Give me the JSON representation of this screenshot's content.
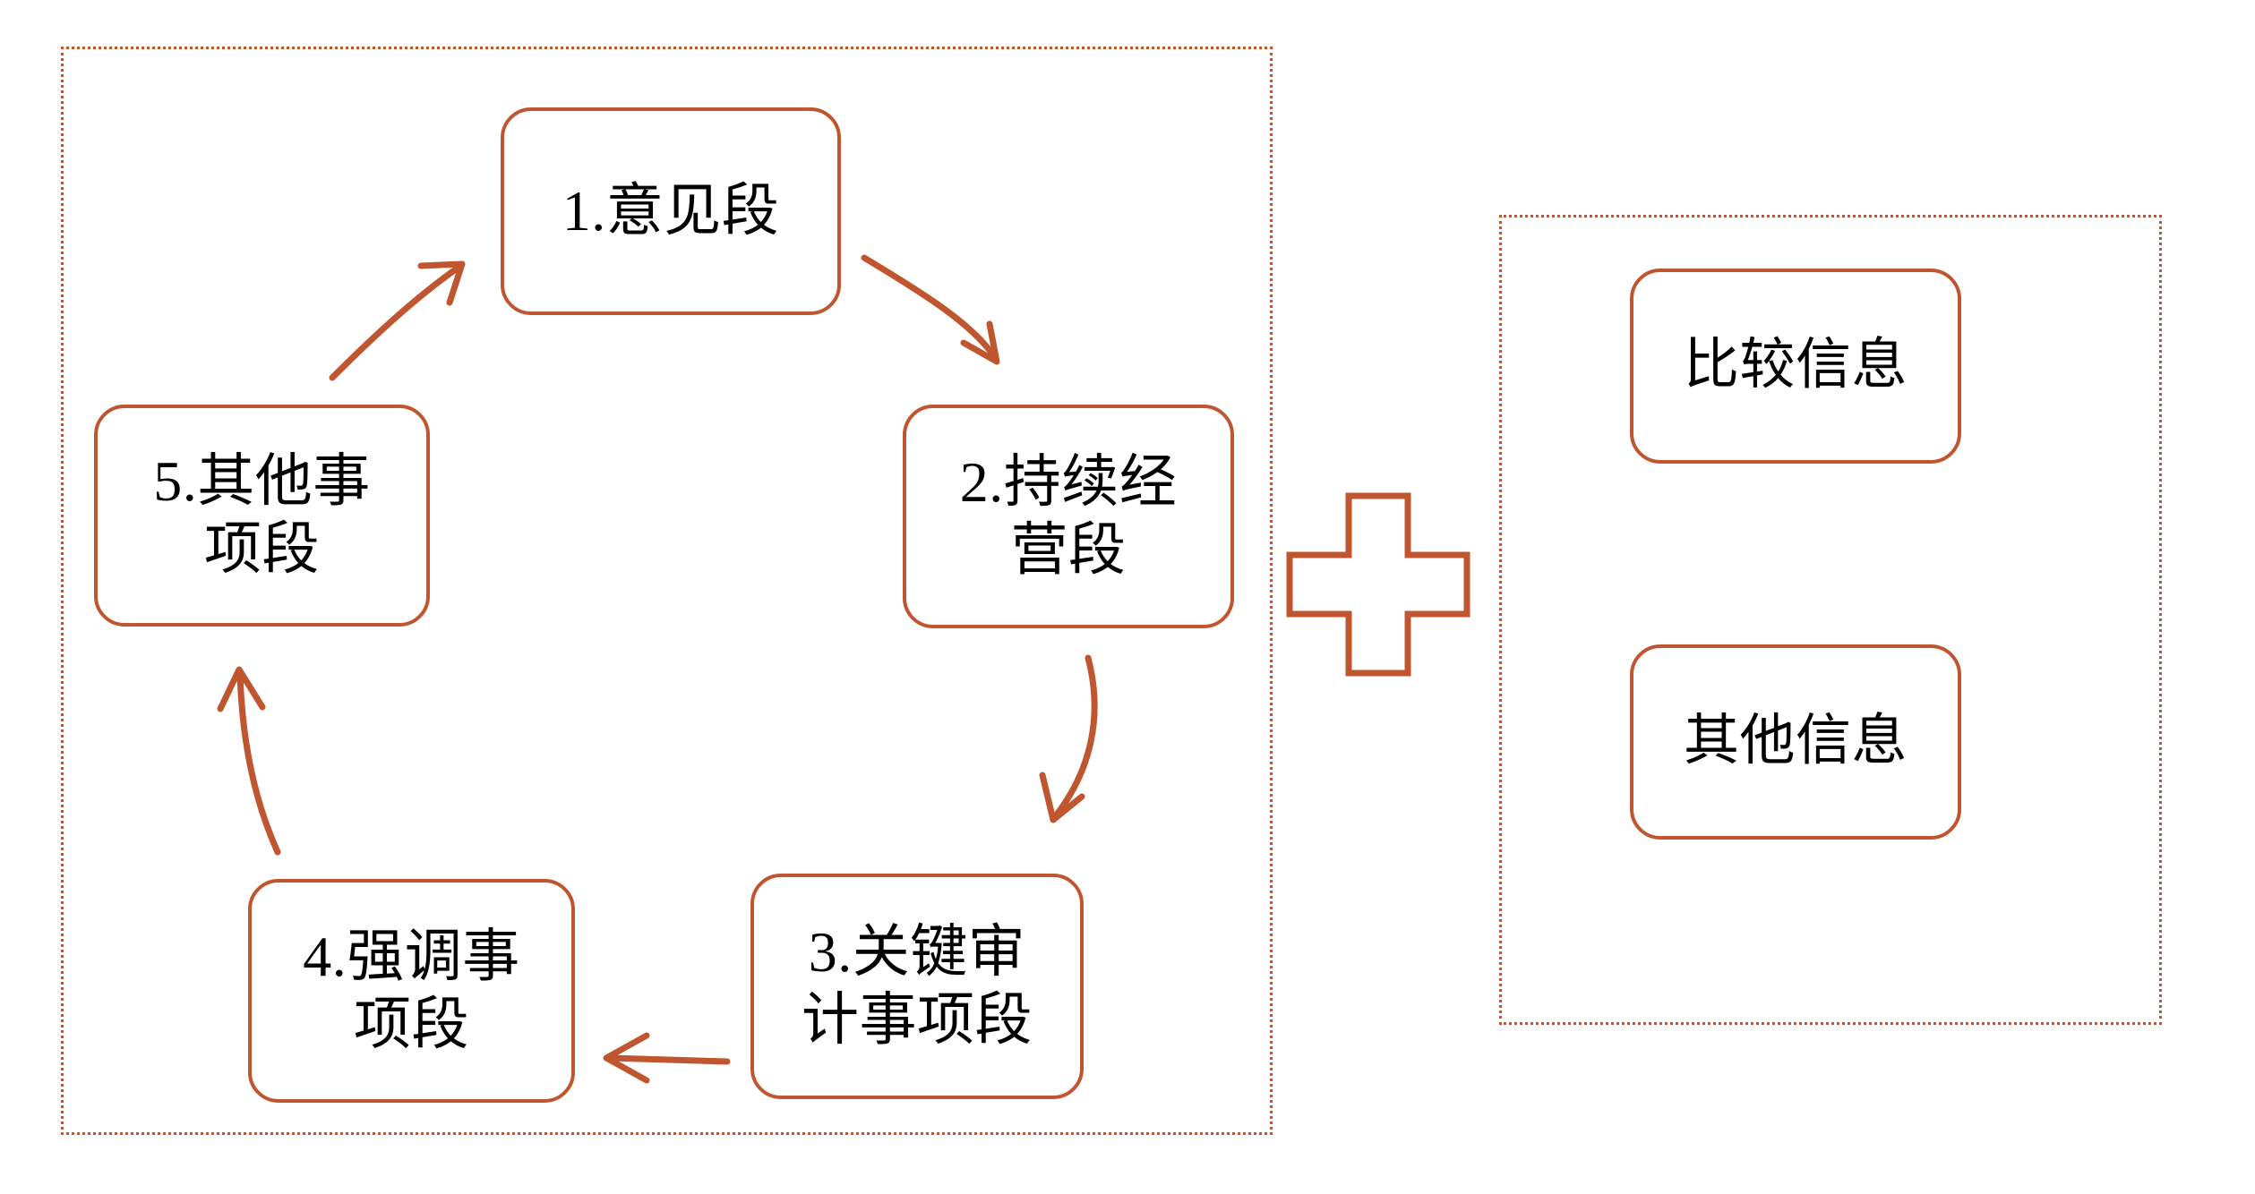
{
  "diagram": {
    "type": "cycle-plus-list",
    "accent_color": "#c0562f",
    "text_color": "#000000",
    "background_color": "#ffffff",
    "cycle_panel": {
      "border_style": "dotted",
      "nodes": [
        {
          "id": "node-1",
          "order": 1,
          "label": "1.意见段"
        },
        {
          "id": "node-2",
          "order": 2,
          "label": "2.持续经\n营段"
        },
        {
          "id": "node-3",
          "order": 3,
          "label": "3.关键审\n计事项段"
        },
        {
          "id": "node-4",
          "order": 4,
          "label": "4.强调事\n项段"
        },
        {
          "id": "node-5",
          "order": 5,
          "label": "5.其他事\n项段"
        }
      ],
      "connectors": [
        {
          "from": "node-1",
          "to": "node-2",
          "shape": "curved-arrow",
          "direction": "down-right"
        },
        {
          "from": "node-2",
          "to": "node-3",
          "shape": "curved-arrow",
          "direction": "down"
        },
        {
          "from": "node-3",
          "to": "node-4",
          "shape": "straight-arrow",
          "direction": "left"
        },
        {
          "from": "node-4",
          "to": "node-5",
          "shape": "curved-arrow",
          "direction": "up"
        },
        {
          "from": "node-5",
          "to": "node-1",
          "shape": "curved-arrow",
          "direction": "up-right"
        }
      ]
    },
    "operator": {
      "name": "plus-sign",
      "symbol": "+",
      "style": "outlined-cross"
    },
    "info_panel": {
      "border_style": "dotted",
      "items": [
        {
          "id": "info-a",
          "label": "比较信息"
        },
        {
          "id": "info-b",
          "label": "其他信息"
        }
      ]
    }
  }
}
